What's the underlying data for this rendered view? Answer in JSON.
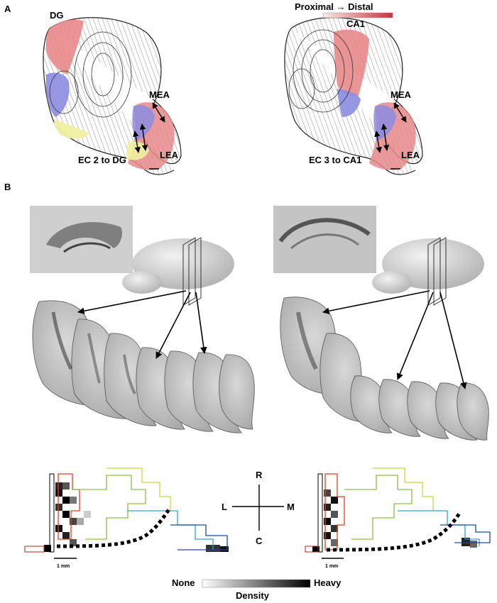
{
  "panels": {
    "a_label": "A",
    "b_label": "B"
  },
  "panel_a": {
    "left": {
      "region_label": "DG",
      "mea_label": "MEA",
      "lea_label": "LEA",
      "caption": "EC 2 to DG"
    },
    "right": {
      "legend_title": "Proximal → Distal",
      "region_label": "CA1",
      "mea_label": "MEA",
      "lea_label": "LEA",
      "caption": "EC 3 to CA1"
    }
  },
  "panel_b": {
    "compass": {
      "north": "R",
      "south": "C",
      "west": "L",
      "east": "M"
    },
    "scale_left": "1 mm",
    "scale_right": "1 mm",
    "density_legend": {
      "low": "None",
      "high": "Heavy",
      "title": "Density"
    }
  },
  "colors": {
    "red_zone": "#e8888a",
    "blue_zone": "#8c8ce0",
    "yellow_zone": "#f0f0a0",
    "proximal": "#f6d6d6",
    "distal": "#c8323c"
  }
}
